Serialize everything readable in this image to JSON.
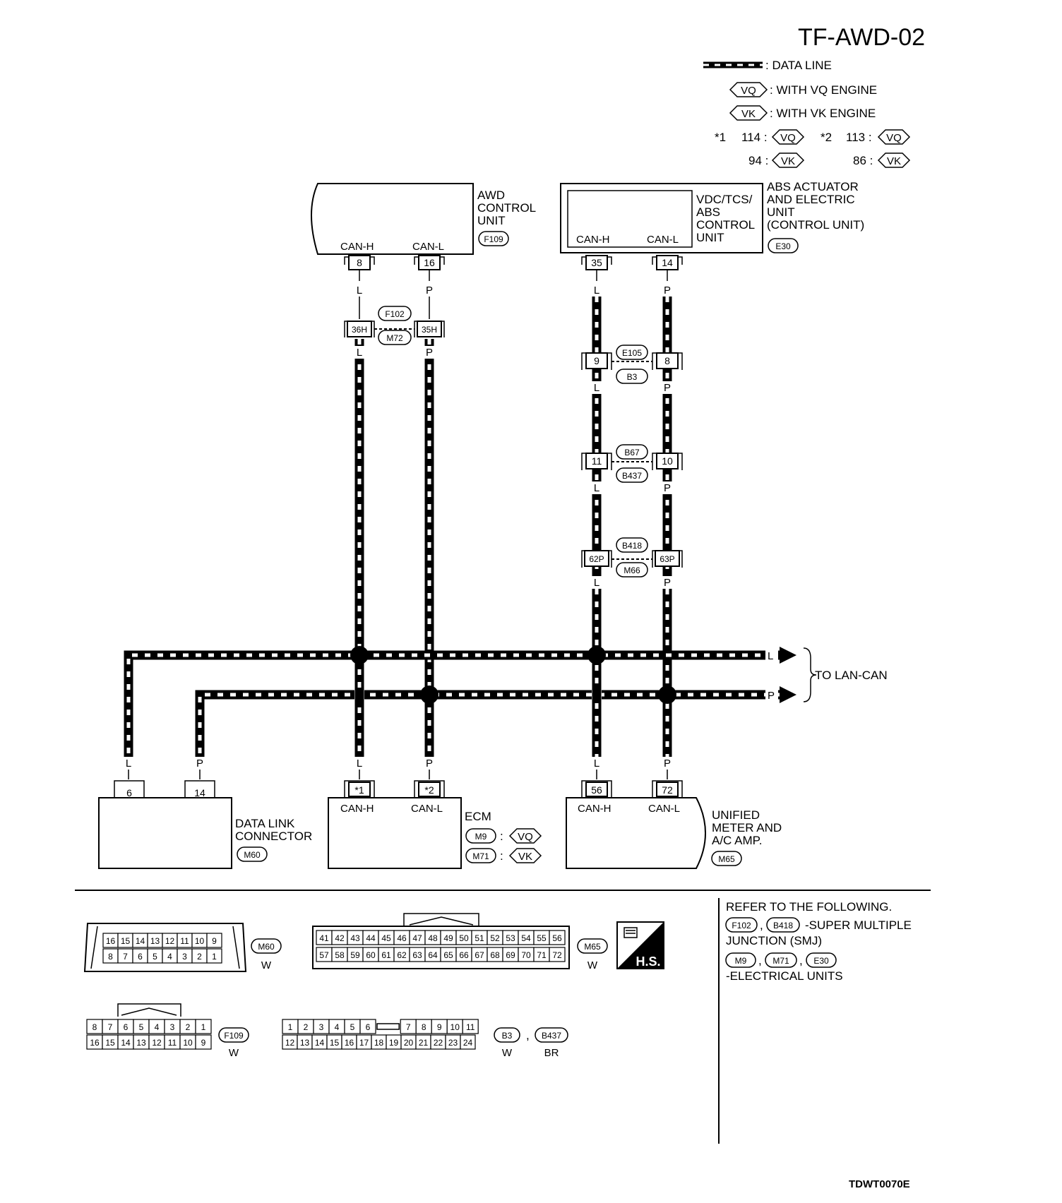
{
  "page": {
    "title": "TF-AWD-02",
    "footer_code": "TDWT0070E"
  },
  "legend": {
    "data_line": ": DATA LINE",
    "vq_badge": "VQ",
    "vq_text": ": WITH VQ ENGINE",
    "vk_badge": "VK",
    "vk_text": ": WITH VK ENGINE",
    "star1": "*1",
    "star1_vq": "114 :",
    "star1_vk": "94 :",
    "star2": "*2",
    "star2_vq": "113 :",
    "star2_vk": "86 :"
  },
  "units": {
    "awd": {
      "line1": "AWD",
      "line2": "CONTROL",
      "line3": "UNIT",
      "connector": "F109",
      "can_h": "CAN-H",
      "can_l": "CAN-L",
      "pin_h": "8",
      "pin_l": "16"
    },
    "abs": {
      "line1": "ABS ACTUATOR",
      "line2": "AND ELECTRIC",
      "line3": "UNIT",
      "line4": "(CONTROL UNIT)",
      "inner1": "VDC/TCS/",
      "inner2": "ABS",
      "inner3": "CONTROL",
      "inner4": "UNIT",
      "connector": "E30",
      "can_h": "CAN-H",
      "can_l": "CAN-L",
      "pin_h": "35",
      "pin_l": "14"
    },
    "dlc": {
      "line1": "DATA LINK",
      "line2": "CONNECTOR",
      "connector": "M60",
      "pin_l": "6",
      "pin_p": "14",
      "wire_l": "L",
      "wire_p": "P"
    },
    "ecm": {
      "name": "ECM",
      "can_h": "CAN-H",
      "can_l": "CAN-L",
      "pin_h": "*1",
      "pin_l": "*2",
      "conn1": "M9",
      "conn1_eng": "VQ",
      "conn2": "M71",
      "conn2_eng": "VK"
    },
    "meter": {
      "line1": "UNIFIED",
      "line2": "METER AND",
      "line3": "A/C AMP.",
      "connector": "M65",
      "can_h": "CAN-H",
      "can_l": "CAN-L",
      "pin_h": "56",
      "pin_l": "72"
    }
  },
  "joints": {
    "f102": {
      "top": "F102",
      "bottom": "M72",
      "pin_left": "36H",
      "pin_right": "35H"
    },
    "e105": {
      "top": "E105",
      "bottom": "B3",
      "pin_left": "9",
      "pin_right": "8"
    },
    "b67": {
      "top": "B67",
      "bottom": "B437",
      "pin_left": "11",
      "pin_right": "10"
    },
    "b418": {
      "top": "B418",
      "bottom": "M66",
      "pin_left": "62P",
      "pin_right": "63P"
    }
  },
  "wires": {
    "L": "L",
    "P": "P"
  },
  "lan_can": {
    "text": "TO LAN-CAN",
    "l": "L",
    "p": "P"
  },
  "connectors_face": {
    "m60": {
      "id": "M60",
      "color": "W",
      "top": [
        "16",
        "15",
        "14",
        "13",
        "12",
        "11",
        "10",
        "9"
      ],
      "bottom": [
        "8",
        "7",
        "6",
        "5",
        "4",
        "3",
        "2",
        "1"
      ]
    },
    "m65": {
      "id": "M65",
      "color": "W",
      "top": [
        "41",
        "42",
        "43",
        "44",
        "45",
        "46",
        "47",
        "48",
        "49",
        "50",
        "51",
        "52",
        "53",
        "54",
        "55",
        "56"
      ],
      "bottom": [
        "57",
        "58",
        "59",
        "60",
        "61",
        "62",
        "63",
        "64",
        "65",
        "66",
        "67",
        "68",
        "69",
        "70",
        "71",
        "72"
      ]
    },
    "f109": {
      "id": "F109",
      "color": "W",
      "top": [
        "8",
        "7",
        "6",
        "5",
        "4",
        "3",
        "2",
        "1"
      ],
      "bottom": [
        "16",
        "15",
        "14",
        "13",
        "12",
        "11",
        "10",
        "9"
      ]
    },
    "b3": {
      "id": "B3",
      "color": "W",
      "id2": "B437",
      "color2": "BR",
      "top": [
        "1",
        "2",
        "3",
        "4",
        "5",
        "6",
        "7",
        "8",
        "9",
        "10",
        "11"
      ],
      "bottom": [
        "12",
        "13",
        "14",
        "15",
        "16",
        "17",
        "18",
        "19",
        "20",
        "21",
        "22",
        "23",
        "24"
      ]
    },
    "hs": "H.S."
  },
  "refer": {
    "heading": "REFER TO THE FOLLOWING.",
    "smj_conn1": "F102",
    "smj_conn2": "B418",
    "smj_text": "-SUPER MULTIPLE",
    "smj_text2": "JUNCTION (SMJ)",
    "eu_conn1": "M9",
    "eu_conn2": "M71",
    "eu_conn3": "E30",
    "eu_text": "-ELECTRICAL UNITS",
    "comma": ","
  }
}
